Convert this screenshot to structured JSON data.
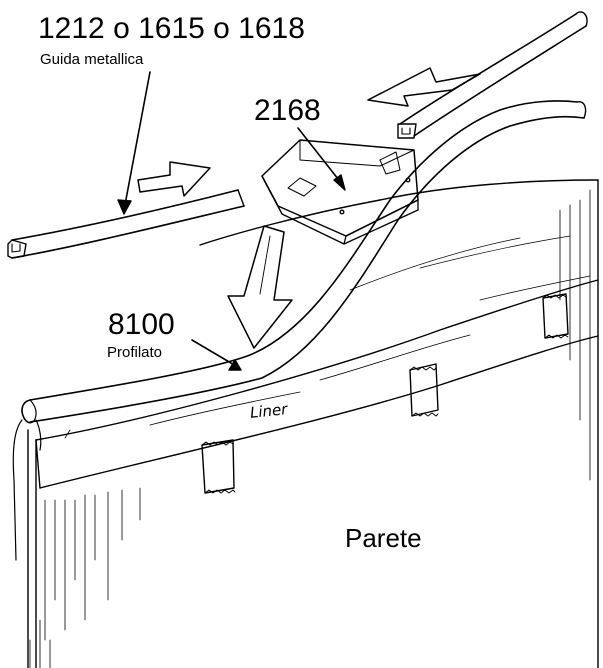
{
  "labels": {
    "guide_code": "1212 o 1615 o 1618",
    "guide_name": "Guida metallica",
    "connector_code": "2168",
    "profile_code": "8100",
    "profile_name": "Profilato",
    "liner": "Liner",
    "wall": "Parete"
  },
  "colors": {
    "ink": "#000000",
    "paper": "#ffffff"
  }
}
